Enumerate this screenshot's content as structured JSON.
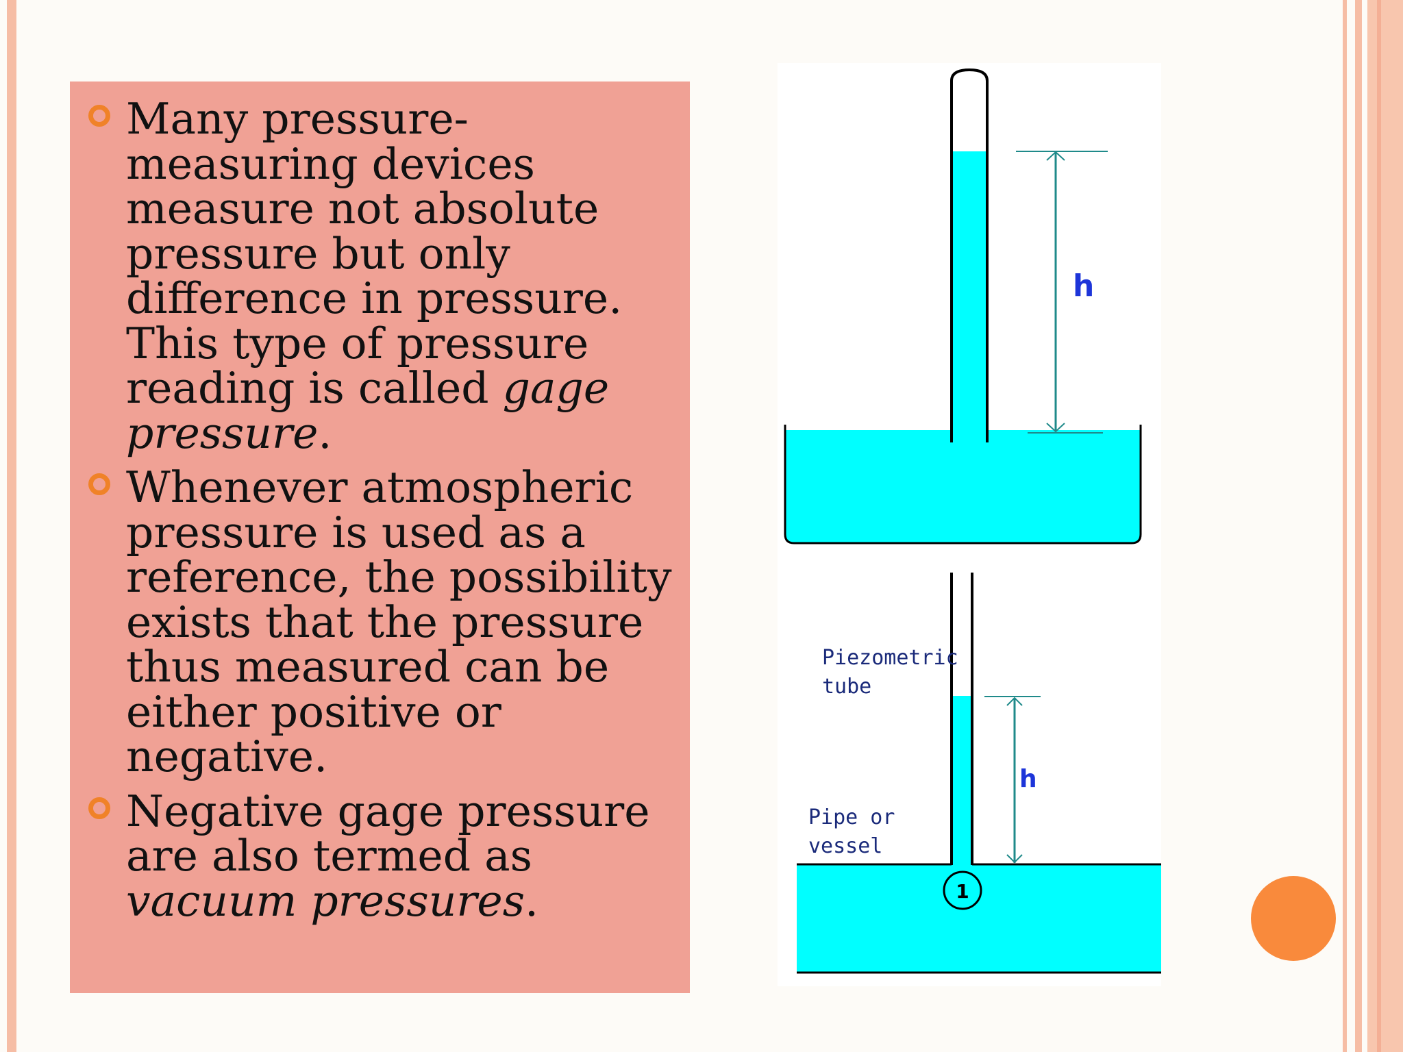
{
  "bullets": [
    {
      "text_before": "Many pressure-measuring devices measure not absolute pressure but only difference in pressure. This type of pressure reading is called ",
      "italic": "gage pressure",
      "text_after": "."
    },
    {
      "text_before": "Whenever atmospheric pressure is used as a reference, the possibility exists that the pressure thus measured can be either positive or negative.",
      "italic": "",
      "text_after": ""
    },
    {
      "text_before": "Negative gage pressure are also termed as ",
      "italic": "vacuum pressures",
      "text_after": "."
    }
  ],
  "diagram": {
    "top_height_label": "h",
    "bottom_height_label": "h",
    "piezometric_label_line1": "Piezometric",
    "piezometric_label_line2": "tube",
    "pipe_label_line1": "Pipe or",
    "pipe_label_line2": "vessel",
    "point_label": "1"
  },
  "colors": {
    "text_box": "#f0a195",
    "bullet": "#f08228",
    "water": "#00ffff",
    "dimension_line": "#1f8a8a",
    "h_label": "#1d35d9",
    "accent_circle": "#f98a3c",
    "frame": "#f6bda5"
  }
}
